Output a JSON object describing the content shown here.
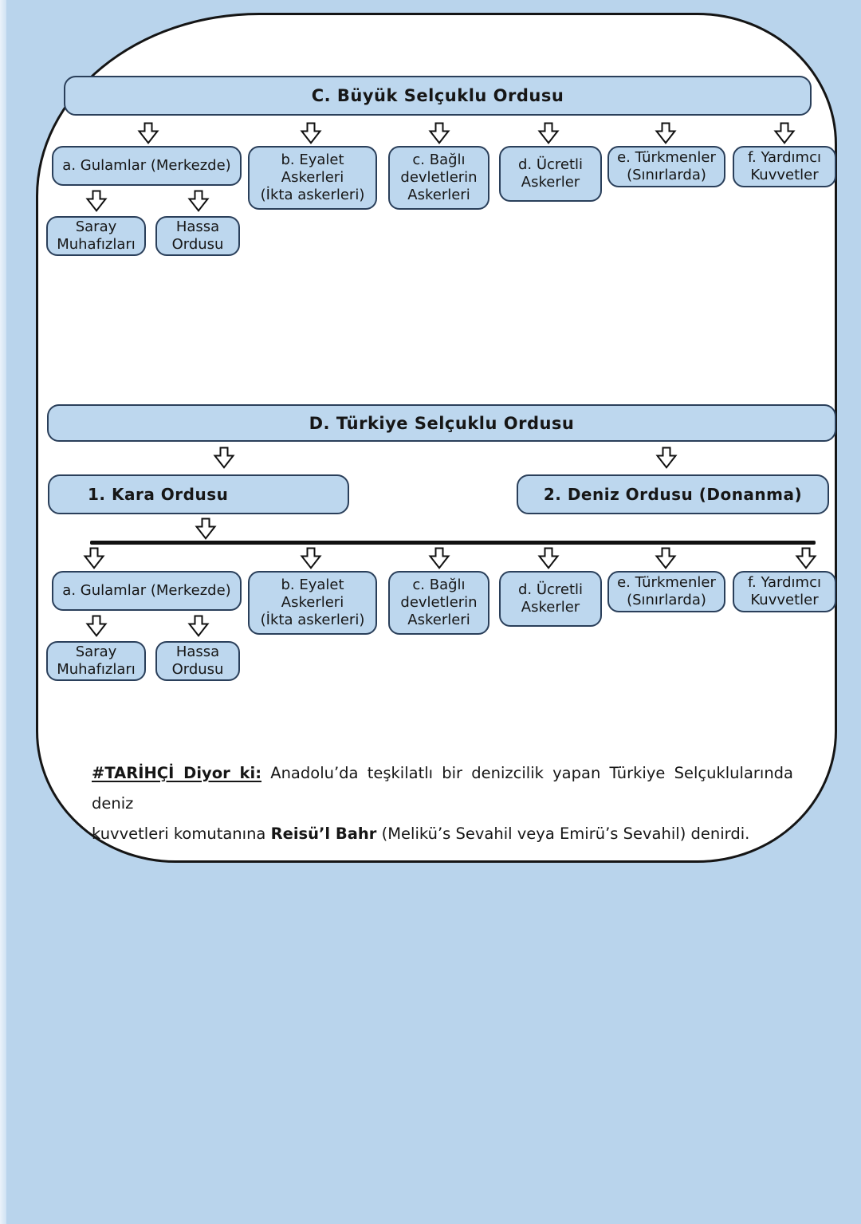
{
  "colors": {
    "page_bg": "#b9d4ec",
    "panel_bg": "#ffffff",
    "box_fill": "#bdd7ee",
    "box_border": "#2a3f5a",
    "text": "#161616",
    "outline": "#151515",
    "line": "#111111"
  },
  "icons": {
    "down_arrow": "hollow-block-down-arrow"
  },
  "section_c": {
    "title": "C. Büyük Selçuklu Ordusu"
  },
  "section_d": {
    "title": "D. Türkiye Selçuklu Ordusu",
    "land_army": "1. Kara Ordusu",
    "navy": "2. Deniz Ordusu (Donanma)"
  },
  "branches": [
    {
      "label": "a. Gulamlar (Merkezde)"
    },
    {
      "label": "b. Eyalet\nAskerleri\n(İkta askerleri)"
    },
    {
      "label": "c. Bağlı\ndevletlerin\nAskerleri"
    },
    {
      "label": "d. Ücretli\nAskerler"
    },
    {
      "label": "e. Türkmenler\n(Sınırlarda)"
    },
    {
      "label": "f. Yardımcı\nKuvvetler"
    }
  ],
  "gulam_children": [
    {
      "label": "Saray\nMuhafızları"
    },
    {
      "label": "Hassa\nOrdusu"
    }
  ],
  "note": {
    "heading": "#TARİHÇİ Diyor ki:",
    "line1_rest": "Anadolu’da teşkilatlı bir denizcilik yapan Türkiye Selçuklularında deniz",
    "line2_start": "kuvvetleri komutanına",
    "bold_term": "Reisü’l Bahr",
    "line2_rest": "(Melikü’s Sevahil veya Emirü’s Sevahil) denirdi."
  }
}
